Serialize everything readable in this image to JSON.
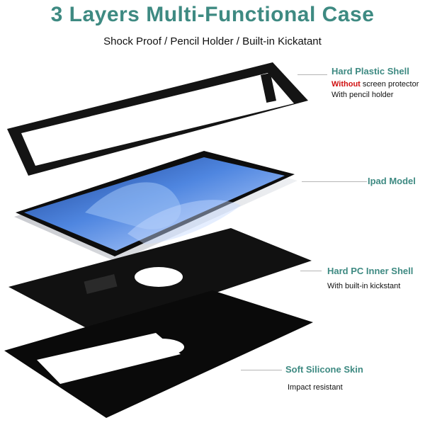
{
  "title": "3 Layers Multi-Functional Case",
  "subtitle": "Shock Proof / Pencil Holder / Built-in Kickatant",
  "colors": {
    "accent": "#3e8a82",
    "warning": "#d01010",
    "case_black": "#141414",
    "screen_blue": "#2f5fb8"
  },
  "layers": [
    {
      "label": "Hard Plastic Shell",
      "desc_warning": "Without",
      "desc_line1": " screen protector",
      "desc_line2": "With pencil holder"
    },
    {
      "label": "Ipad Model"
    },
    {
      "label": "Hard PC Inner Shell",
      "desc_line1": "With built-in kickstant"
    },
    {
      "label": "Soft Silicone Skin",
      "desc_line1": "Impact resistant"
    }
  ]
}
